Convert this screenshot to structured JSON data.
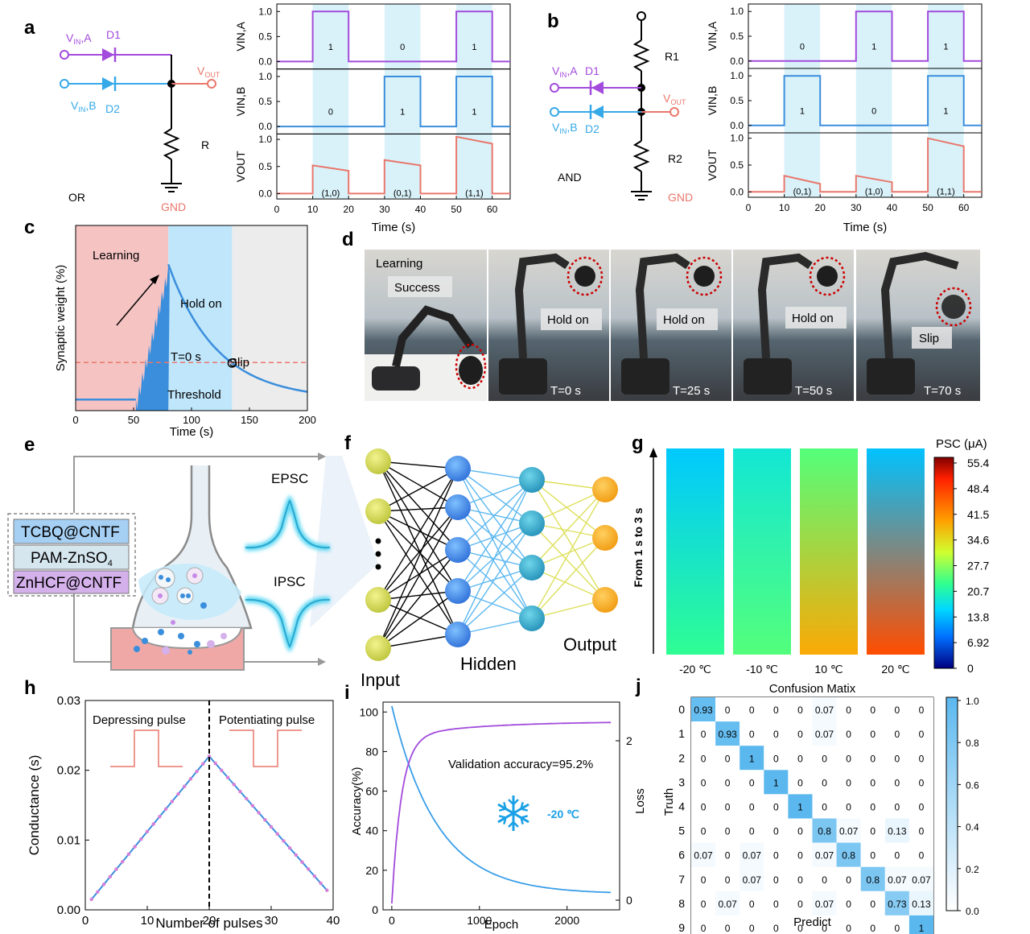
{
  "panel_labels": {
    "a": "a",
    "b": "b",
    "c": "c",
    "d": "d",
    "e": "e",
    "f": "f",
    "g": "g",
    "h": "h",
    "i": "i",
    "j": "j"
  },
  "circuit_a": {
    "vin_a": "V",
    "vin_a_sub": "IN",
    "vin_a_suf": ",A",
    "d1": "D1",
    "vin_b": "V",
    "vin_b_sub": "IN",
    "vin_b_suf": ",B",
    "d2": "D2",
    "vout": "V",
    "vout_sub": "OUT",
    "r": "R",
    "gate": "OR",
    "gnd": "GND"
  },
  "circuit_b": {
    "r1": "R1",
    "r2": "R2",
    "d1": "D1",
    "d2": "D2",
    "vout": "V",
    "vout_sub": "OUT",
    "gate": "AND",
    "gnd": "GND",
    "vin_a": "V",
    "vin_a_sub": "IN",
    "vin_a_suf": ",A",
    "vin_b": "V",
    "vin_b_sub": "IN",
    "vin_b_suf": ",B"
  },
  "colors": {
    "purple": "#a24bdc",
    "blue": "#3a8edc",
    "red": "#e9776c",
    "shade": "#d9f2fa",
    "learn": "#f6c3c3",
    "hold": "#bfe6fb",
    "slip": "#ececec"
  },
  "chart_data": [
    {
      "id": "a-waveforms",
      "type": "line",
      "xlabel": "Time (s)",
      "xlim": [
        0,
        65
      ],
      "xticks": [
        0,
        10,
        20,
        30,
        40,
        50,
        60
      ],
      "shaded_intervals": [
        [
          10,
          20
        ],
        [
          30,
          40
        ],
        [
          50,
          60
        ]
      ],
      "series": [
        {
          "name": "VIN,A",
          "ylabel": "VIN,A",
          "ylim": [
            -0.15,
            1.15
          ],
          "yticks": [
            "0.0",
            "0.5",
            "1.0"
          ],
          "points": [
            [
              0,
              0
            ],
            [
              10,
              0
            ],
            [
              10,
              1
            ],
            [
              20,
              1
            ],
            [
              20,
              0
            ],
            [
              50,
              0
            ],
            [
              50,
              1
            ],
            [
              60,
              1
            ],
            [
              60,
              0
            ],
            [
              65,
              0
            ]
          ],
          "labels": [
            {
              "x": 15,
              "text": "1"
            },
            {
              "x": 35,
              "text": "0"
            },
            {
              "x": 55,
              "text": "1"
            }
          ]
        },
        {
          "name": "VIN,B",
          "ylabel": "VIN,B",
          "ylim": [
            -0.15,
            1.15
          ],
          "yticks": [
            "0.0",
            "0.5",
            "1.0"
          ],
          "points": [
            [
              0,
              0
            ],
            [
              30,
              0
            ],
            [
              30,
              1
            ],
            [
              40,
              1
            ],
            [
              40,
              0
            ],
            [
              50,
              0
            ],
            [
              50,
              1
            ],
            [
              60,
              1
            ],
            [
              60,
              0
            ],
            [
              65,
              0
            ]
          ],
          "labels": [
            {
              "x": 15,
              "text": "0"
            },
            {
              "x": 35,
              "text": "1"
            },
            {
              "x": 55,
              "text": "1"
            }
          ]
        },
        {
          "name": "VOUT",
          "ylabel": "VOUT",
          "ylim": [
            -0.1,
            1.1
          ],
          "yticks": [
            "0.0",
            "0.5",
            "1.0"
          ],
          "points": [
            [
              0,
              0
            ],
            [
              10,
              0
            ],
            [
              10,
              0.52
            ],
            [
              20,
              0.42
            ],
            [
              20,
              0
            ],
            [
              30,
              0
            ],
            [
              30,
              0.62
            ],
            [
              40,
              0.52
            ],
            [
              40,
              0
            ],
            [
              50,
              0
            ],
            [
              50,
              1.05
            ],
            [
              60,
              0.92
            ],
            [
              60,
              0
            ],
            [
              65,
              0
            ]
          ],
          "labels": [
            {
              "x": 15,
              "text": "(1,0)"
            },
            {
              "x": 35,
              "text": "(0,1)"
            },
            {
              "x": 55,
              "text": "(1,1)"
            }
          ]
        }
      ]
    },
    {
      "id": "b-waveforms",
      "type": "line",
      "xlabel": "Time (s)",
      "xlim": [
        0,
        65
      ],
      "xticks": [
        0,
        10,
        20,
        30,
        40,
        50,
        60
      ],
      "shaded_intervals": [
        [
          10,
          20
        ],
        [
          30,
          40
        ],
        [
          50,
          60
        ]
      ],
      "series": [
        {
          "name": "VIN,A",
          "ylabel": "VIN,A",
          "ylim": [
            -0.15,
            1.15
          ],
          "yticks": [
            "0.0",
            "0.5",
            "1.0"
          ],
          "points": [
            [
              0,
              0
            ],
            [
              30,
              0
            ],
            [
              30,
              1
            ],
            [
              40,
              1
            ],
            [
              40,
              0
            ],
            [
              50,
              0
            ],
            [
              50,
              1
            ],
            [
              60,
              1
            ],
            [
              60,
              0
            ],
            [
              65,
              0
            ]
          ],
          "labels": [
            {
              "x": 15,
              "text": "0"
            },
            {
              "x": 35,
              "text": "1"
            },
            {
              "x": 55,
              "text": "1"
            }
          ]
        },
        {
          "name": "VIN,B",
          "ylabel": "VIN,B",
          "ylim": [
            -0.15,
            1.15
          ],
          "yticks": [
            "0.0",
            "0.5",
            "1.0"
          ],
          "points": [
            [
              0,
              0
            ],
            [
              10,
              0
            ],
            [
              10,
              1
            ],
            [
              20,
              1
            ],
            [
              20,
              0
            ],
            [
              50,
              0
            ],
            [
              50,
              1
            ],
            [
              60,
              1
            ],
            [
              60,
              0
            ],
            [
              65,
              0
            ]
          ],
          "labels": [
            {
              "x": 15,
              "text": "1"
            },
            {
              "x": 35,
              "text": "0"
            },
            {
              "x": 55,
              "text": "1"
            }
          ]
        },
        {
          "name": "VOUT",
          "ylabel": "VOUT",
          "ylim": [
            -0.1,
            1.1
          ],
          "yticks": [
            "0.0",
            "0.5",
            "1.0"
          ],
          "points": [
            [
              0,
              0
            ],
            [
              10,
              0
            ],
            [
              10,
              0.3
            ],
            [
              20,
              0.15
            ],
            [
              20,
              0
            ],
            [
              30,
              0
            ],
            [
              30,
              0.3
            ],
            [
              40,
              0.18
            ],
            [
              40,
              0
            ],
            [
              50,
              0
            ],
            [
              50,
              1.0
            ],
            [
              60,
              0.85
            ],
            [
              60,
              0
            ],
            [
              65,
              0
            ]
          ],
          "labels": [
            {
              "x": 15,
              "text": "(0,1)"
            },
            {
              "x": 35,
              "text": "(1,0)"
            },
            {
              "x": 55,
              "text": "(1,1)"
            }
          ]
        }
      ]
    },
    {
      "id": "c-synaptic",
      "type": "line",
      "xlabel": "Time (s)",
      "ylabel": "Synaptic weight (%)",
      "xlim": [
        0,
        200
      ],
      "xticks": [
        0,
        50,
        100,
        150,
        200
      ],
      "regions": [
        {
          "from": 0,
          "to": 80,
          "label": "Learning"
        },
        {
          "from": 80,
          "to": 135,
          "label": "Hold on"
        },
        {
          "from": 135,
          "to": 200,
          "label": ""
        }
      ],
      "threshold": 0.26,
      "annotations": {
        "learning": "Learning",
        "hold": "Hold on",
        "t0": "T=0 s",
        "slip": "Slip",
        "threshold": "Threshold"
      },
      "baseline": 0.06,
      "peak": 0.79,
      "peak_time": 80,
      "pulse_start": 52,
      "slip_time": 135,
      "end_value": 0.06
    },
    {
      "id": "g-heatmap",
      "type": "heatmap",
      "ylabel": "From 1 s to 3 s",
      "columns": [
        {
          "label": "-20 ℃",
          "top": 14.5,
          "bottom": 22
        },
        {
          "label": "-10 ℃",
          "top": 18,
          "bottom": 24
        },
        {
          "label": "10 ℃",
          "top": 24,
          "bottom": 38
        },
        {
          "label": "20 ℃",
          "top": 14,
          "bottom": 46
        }
      ],
      "colorbar_title": "PSC (μA)",
      "colorbar_ticks": [
        "55.4",
        "48.4",
        "41.5",
        "34.6",
        "27.7",
        "20.7",
        "13.8",
        "6.92",
        "0"
      ],
      "range": [
        0,
        55.4
      ]
    },
    {
      "id": "h-conductance",
      "type": "line",
      "xlabel": "Number of pulses",
      "ylabel": "Conductance (s)",
      "xlim": [
        0,
        40
      ],
      "ylim": [
        0,
        0.03
      ],
      "xticks": [
        "0",
        "10",
        "20",
        "30",
        "40"
      ],
      "yticks": [
        "0.00",
        "0.01",
        "0.02",
        "0.03"
      ],
      "series": [
        {
          "name": "",
          "points": [
            [
              1,
              0.0015
            ],
            [
              20,
              0.022
            ],
            [
              39,
              0.0028
            ]
          ]
        }
      ],
      "annotations": {
        "left": "Depressing pulse",
        "right": "Potentiating pulse"
      },
      "divider_x": 20
    },
    {
      "id": "i-training",
      "type": "line",
      "xlabel": "Epoch",
      "ylabel": "Accuracy(%)",
      "ylabel_right": "Loss",
      "xlim": [
        -100,
        2600
      ],
      "ylim": [
        0,
        105
      ],
      "xticks": [
        "0",
        "1000",
        "2000"
      ],
      "yticks": [
        "0",
        "20",
        "40",
        "60",
        "80",
        "100"
      ],
      "y2ticks": [
        "0",
        "2"
      ],
      "annotation": "Validation accuracy=95.2%",
      "temp_label": "-20 ℃",
      "accuracy_final": 95.2
    },
    {
      "id": "j-confusion",
      "type": "heatmap",
      "title": "Confusion Matix",
      "xlabel": "Predict",
      "ylabel": "Truth",
      "classes": [
        "0",
        "1",
        "2",
        "3",
        "4",
        "5",
        "6",
        "7",
        "8",
        "9"
      ],
      "matrix": [
        [
          0.93,
          0,
          0,
          0,
          0,
          0.07,
          0,
          0,
          0,
          0
        ],
        [
          0,
          0.93,
          0,
          0,
          0,
          0.07,
          0,
          0,
          0,
          0
        ],
        [
          0,
          0,
          1,
          0,
          0,
          0,
          0,
          0,
          0,
          0
        ],
        [
          0,
          0,
          0,
          1,
          0,
          0,
          0,
          0,
          0,
          0
        ],
        [
          0,
          0,
          0,
          0,
          1,
          0,
          0,
          0,
          0,
          0
        ],
        [
          0,
          0,
          0,
          0,
          0,
          0.8,
          0.07,
          0,
          0.13,
          0
        ],
        [
          0.07,
          0,
          0.07,
          0,
          0,
          0.07,
          0.8,
          0,
          0,
          0
        ],
        [
          0,
          0,
          0.07,
          0,
          0,
          0,
          0,
          0.8,
          0.07,
          0.07
        ],
        [
          0,
          0.07,
          0,
          0,
          0,
          0.07,
          0,
          0,
          0.73,
          0.13
        ],
        [
          0,
          0,
          0,
          0,
          0,
          0,
          0,
          0,
          0,
          1
        ]
      ],
      "colorbar_ticks": [
        "1.0",
        "0.8",
        "0.6",
        "0.4",
        "0.2",
        "0.0"
      ]
    }
  ],
  "panel_d": {
    "learning": "Learning",
    "success": "Success",
    "hold1": "Hold on",
    "hold2": "Hold on",
    "hold3": "Hold on",
    "slip": "Slip",
    "t1": "T=0 s",
    "t2": "T=25 s",
    "t3": "T=50 s",
    "t4": "T=70 s"
  },
  "panel_e": {
    "layer1": "TCBQ@CNTF",
    "layer2": "PAM-ZnSO",
    "layer2_sub": "4",
    "layer3": "ZnHCF@CNTF",
    "epsc": "EPSC",
    "ipsc": "IPSC"
  },
  "panel_f": {
    "input": "Input",
    "hidden": "Hidden",
    "output": "Output"
  }
}
